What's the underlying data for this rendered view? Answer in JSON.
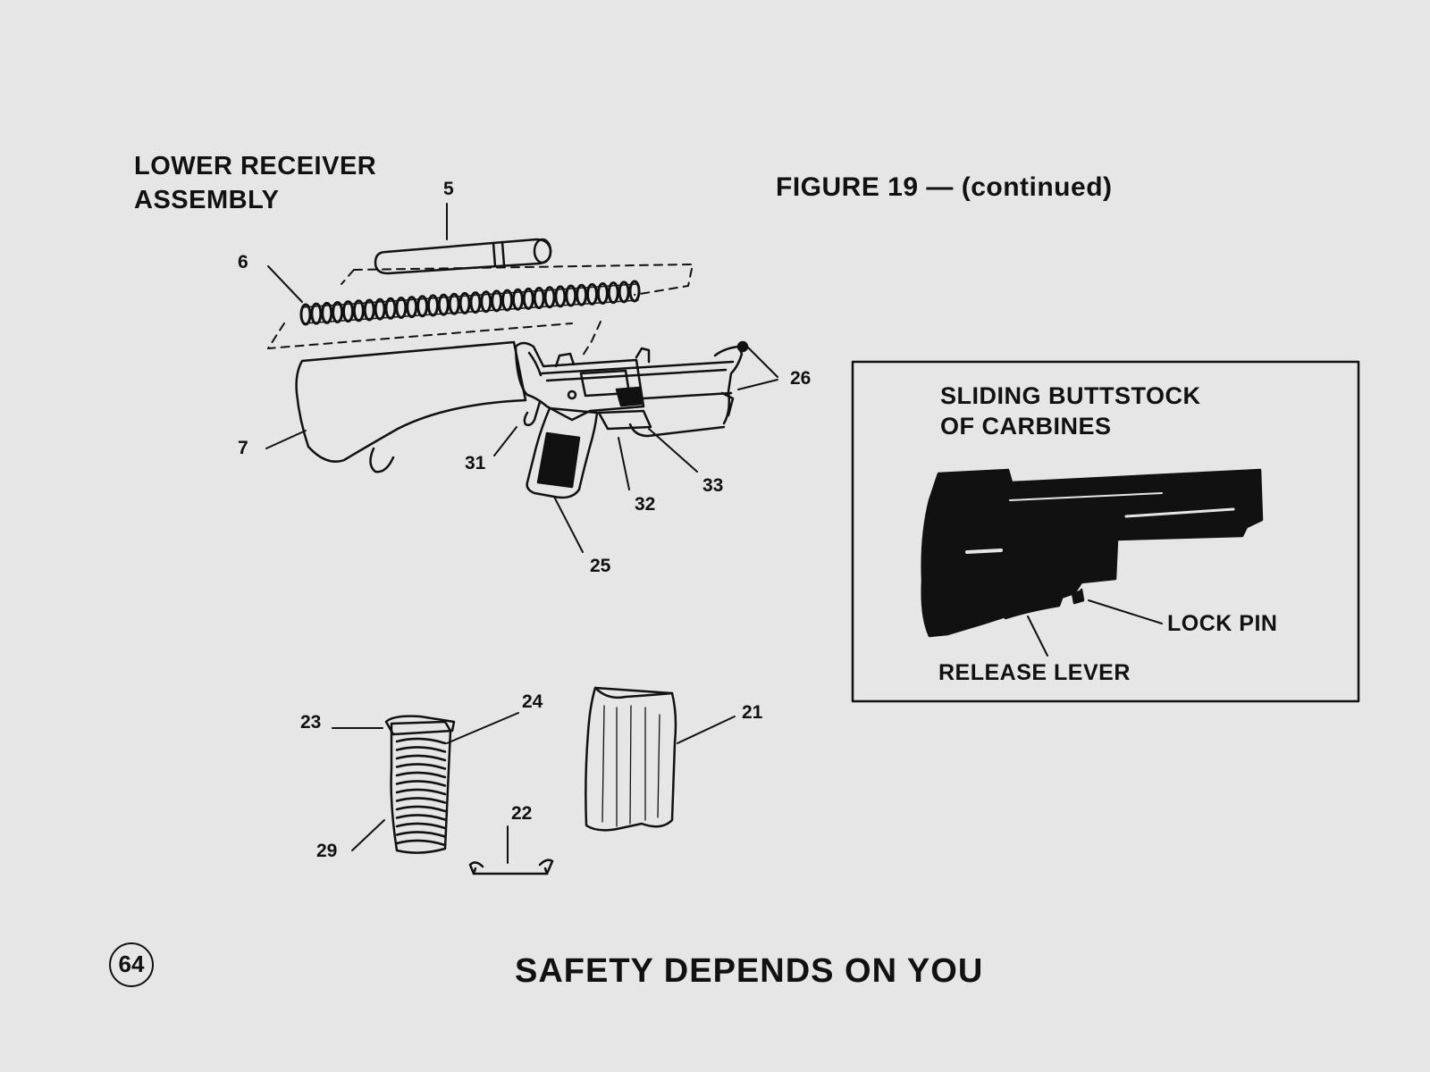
{
  "heading": {
    "line1": "LOWER RECEIVER",
    "line2": "ASSEMBLY"
  },
  "figure_title": "FIGURE 19 — (continued)",
  "callouts": {
    "c5": "5",
    "c6": "6",
    "c7": "7",
    "c21": "21",
    "c22": "22",
    "c23": "23",
    "c24": "24",
    "c25": "25",
    "c26": "26",
    "c29": "29",
    "c31": "31",
    "c32": "32",
    "c33": "33"
  },
  "inset": {
    "title_line1": "SLIDING BUTTSTOCK",
    "title_line2": "OF CARBINES",
    "lock_pin": "LOCK PIN",
    "release_lever": "RELEASE LEVER"
  },
  "footer": "SAFETY DEPENDS ON YOU",
  "page_number": "64"
}
